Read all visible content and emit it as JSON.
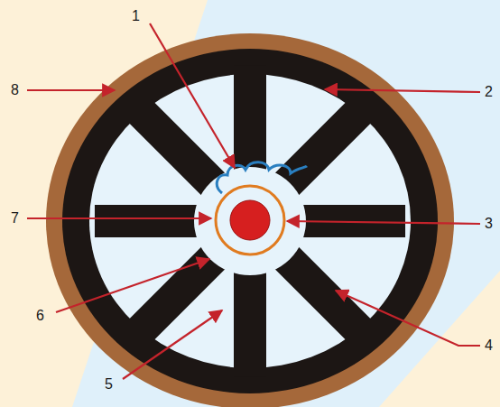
{
  "diagram": {
    "labels": [
      "1",
      "8",
      "2",
      "7",
      "3",
      "6",
      "4",
      "5"
    ]
  }
}
